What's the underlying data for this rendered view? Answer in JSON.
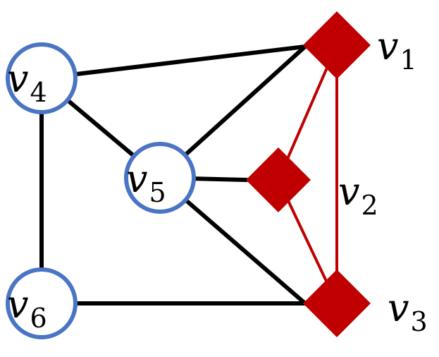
{
  "colors": {
    "circle_stroke": "#4a74c4",
    "diamond_fill": "#c00000",
    "edge_black": "#000000",
    "edge_red": "#c00000",
    "background": "#ffffff"
  },
  "nodes": [
    {
      "id": "v1",
      "base": "v",
      "sub": "1",
      "shape": "diamond"
    },
    {
      "id": "v2",
      "base": "v",
      "sub": "2",
      "shape": "diamond"
    },
    {
      "id": "v3",
      "base": "v",
      "sub": "3",
      "shape": "diamond"
    },
    {
      "id": "v4",
      "base": "v",
      "sub": "4",
      "shape": "circle"
    },
    {
      "id": "v5",
      "base": "v",
      "sub": "5",
      "shape": "circle"
    },
    {
      "id": "v6",
      "base": "v",
      "sub": "6",
      "shape": "circle"
    }
  ],
  "edges": [
    {
      "from": "v4",
      "to": "v1",
      "color": "black"
    },
    {
      "from": "v4",
      "to": "v5",
      "color": "black"
    },
    {
      "from": "v4",
      "to": "v6",
      "color": "black"
    },
    {
      "from": "v5",
      "to": "v1",
      "color": "black"
    },
    {
      "from": "v5",
      "to": "v2",
      "color": "black"
    },
    {
      "from": "v5",
      "to": "v3",
      "color": "black"
    },
    {
      "from": "v6",
      "to": "v3",
      "color": "black"
    },
    {
      "from": "v1",
      "to": "v2",
      "color": "red"
    },
    {
      "from": "v1",
      "to": "v3",
      "color": "red"
    },
    {
      "from": "v2",
      "to": "v3",
      "color": "red"
    }
  ]
}
